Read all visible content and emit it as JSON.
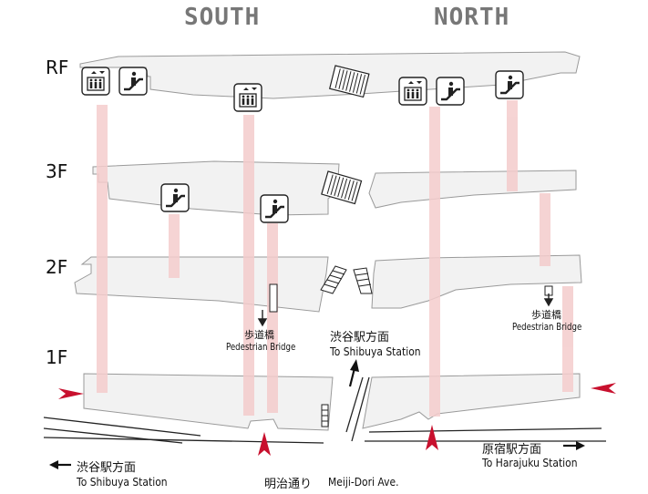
{
  "headings": {
    "south": "SOUTH",
    "north": "NORTH"
  },
  "floors": [
    "RF",
    "3F",
    "2F",
    "1F"
  ],
  "pedestrian_bridge_south": {
    "jp": "歩道橋",
    "en": "Pedestrian Bridge"
  },
  "pedestrian_bridge_north": {
    "jp": "歩道橋",
    "en": "Pedestrian Bridge"
  },
  "shibuya_center": {
    "jp": "渋谷駅方面",
    "en": "To Shibuya Station"
  },
  "shibuya_left": {
    "jp": "渋谷駅方面",
    "en": "To Shibuya Station"
  },
  "harajuku": {
    "jp": "原宿駅方面",
    "en": "To Harajuku Station"
  },
  "street": {
    "jp": "明治通り",
    "en": "Meiji-Dori Ave."
  },
  "icons": [
    "elevator-icon",
    "escalator-icon",
    "stairs-icon"
  ],
  "colors": {
    "floor_fill": "#f2f2f2",
    "floor_stroke": "#9a9a9a",
    "shaft": "#f4cccc",
    "entrance_arrow": "#c8102e",
    "text": "#111111",
    "heading": "#777777"
  }
}
